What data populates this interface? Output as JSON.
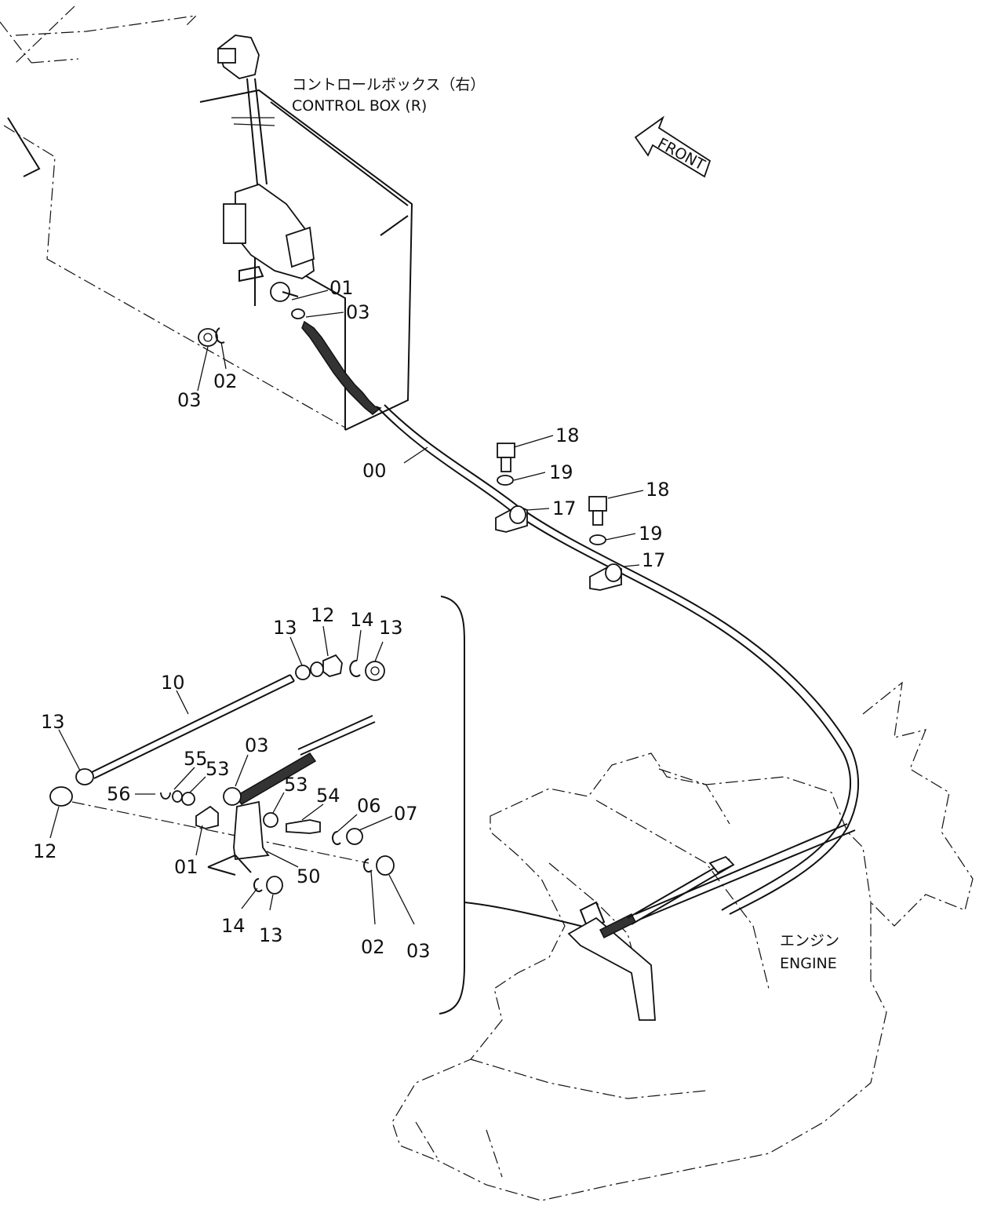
{
  "captions": {
    "control_box_jp": "コントロールボックス（右）",
    "control_box_en": "CONTROL BOX (R)",
    "engine_jp": "エンジン",
    "engine_en": "ENGINE",
    "front_arrow": "FRONT"
  },
  "part_labels": [
    "01",
    "03",
    "03",
    "02",
    "00",
    "18",
    "19",
    "17",
    "18",
    "19",
    "17",
    "13",
    "12",
    "14",
    "13",
    "10",
    "13",
    "03",
    "55",
    "53",
    "56",
    "53",
    "54",
    "06",
    "07",
    "12",
    "01",
    "50",
    "02",
    "03",
    "14",
    "13"
  ]
}
